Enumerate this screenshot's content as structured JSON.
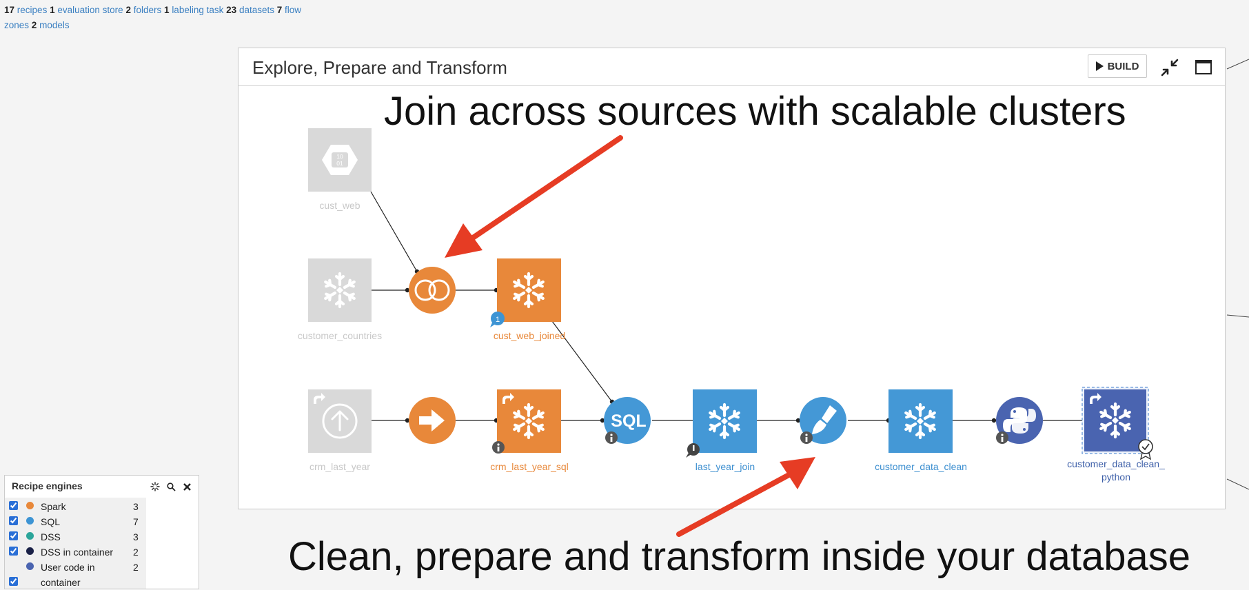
{
  "summary": [
    {
      "count": "17",
      "label": "recipes"
    },
    {
      "count": "1",
      "label": "evaluation store"
    },
    {
      "count": "2",
      "label": "folders"
    },
    {
      "count": "1",
      "label": "labeling task"
    },
    {
      "count": "23",
      "label": "datasets"
    },
    {
      "count": "7",
      "label": "flow zones"
    },
    {
      "count": "2",
      "label": "models"
    }
  ],
  "zone": {
    "title": "Explore, Prepare and Transform",
    "build_label": "BUILD"
  },
  "annotations": {
    "top": "Join across sources with scalable clusters",
    "bottom": "Clean, prepare and transform inside your database"
  },
  "datasets": {
    "cust_web": "cust_web",
    "customer_countries": "customer_countries",
    "cust_web_joined": "cust_web_joined",
    "crm_last_year": "crm_last_year",
    "crm_last_year_sql": "crm_last_year_sql",
    "last_year_join": "last_year_join",
    "customer_data_clean": "customer_data_clean",
    "customer_data_clean_python_1": "customer_data_clean_",
    "customer_data_clean_python_2": "python"
  },
  "recipes": {
    "sql_label": "SQL",
    "discussion_count": "1"
  },
  "legend": {
    "title": "Recipe engines",
    "items": [
      {
        "label": "Spark",
        "count": "3",
        "color": "#e8883a"
      },
      {
        "label": "SQL",
        "count": "7",
        "color": "#3d94d4"
      },
      {
        "label": "DSS",
        "count": "3",
        "color": "#2ba59a"
      },
      {
        "label": "DSS in container",
        "count": "2",
        "color": "#1a2147"
      },
      {
        "label": "User code in container",
        "count": "2",
        "color": "#4a64b0"
      }
    ]
  },
  "colors": {
    "spark": "#e8883a",
    "sql": "#4498d6",
    "python": "#4a64b0",
    "greyed": "#d9d9d9",
    "annotation_arrow": "#e63c24"
  }
}
